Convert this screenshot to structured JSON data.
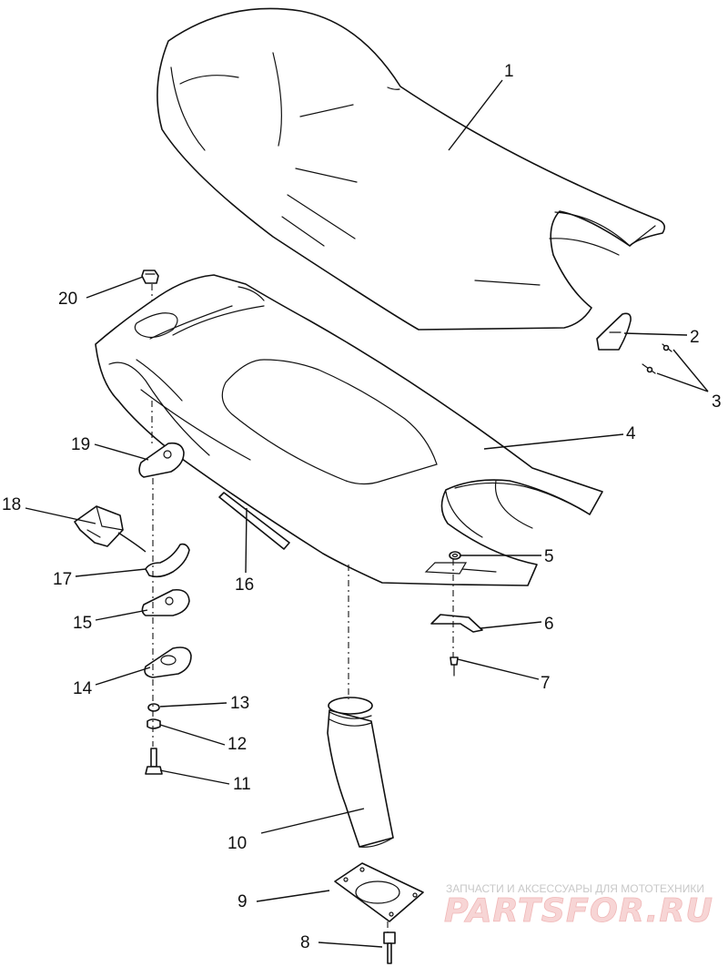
{
  "callouts": [
    {
      "id": "1",
      "label": "1"
    },
    {
      "id": "2",
      "label": "2"
    },
    {
      "id": "3",
      "label": "3"
    },
    {
      "id": "4",
      "label": "4"
    },
    {
      "id": "5",
      "label": "5"
    },
    {
      "id": "6",
      "label": "6"
    },
    {
      "id": "7",
      "label": "7"
    },
    {
      "id": "8",
      "label": "8"
    },
    {
      "id": "9",
      "label": "9"
    },
    {
      "id": "10",
      "label": "10"
    },
    {
      "id": "11",
      "label": "11"
    },
    {
      "id": "12",
      "label": "12"
    },
    {
      "id": "13",
      "label": "13"
    },
    {
      "id": "14",
      "label": "14"
    },
    {
      "id": "15",
      "label": "15"
    },
    {
      "id": "16",
      "label": "16"
    },
    {
      "id": "17",
      "label": "17"
    },
    {
      "id": "18",
      "label": "18"
    },
    {
      "id": "19",
      "label": "19"
    },
    {
      "id": "20",
      "label": "20"
    }
  ],
  "watermark": {
    "subtitle": "ЗАПЧАСТИ И АКСЕССУАРЫ ДЛЯ МОТОТЕХНИКИ",
    "logo": "PARTSFOR.RU"
  }
}
